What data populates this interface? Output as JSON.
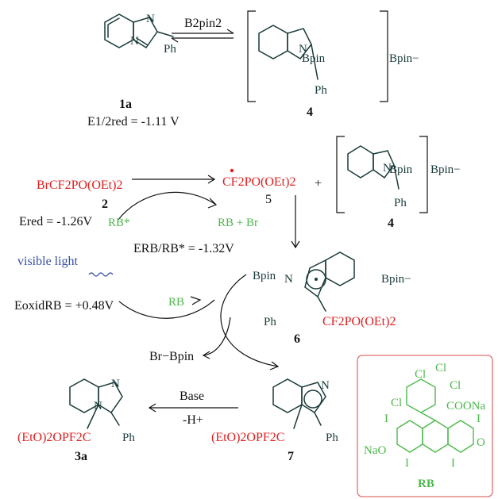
{
  "scheme": {
    "top": {
      "reagent": "B2pin2",
      "compound_1a": "1a",
      "e_half_red": "E1/2red = -1.11 V",
      "compound_4": "4",
      "ph": "Ph",
      "n_bpin": "N",
      "bpin": "Bpin",
      "bpin_minus": "Bpin−"
    },
    "cycle": {
      "brcf2": "BrCF2PO(OEt)2",
      "compound_2": "2",
      "radical_cf2": "CF2PO(OEt)2",
      "compound_5": "5",
      "plus": "+",
      "rb_star": "RB*",
      "rb_radical_cation": "RB + Br",
      "e_red": "Ered = -1.26V",
      "e_rb": "ERB/RB* = -1.32V",
      "visible_light": "visible light",
      "rb": "RB",
      "e_oxid": "EoxidRB = +0.48V",
      "compound_4b": "4",
      "compound_6": "6",
      "cf2_sub": "CF2PO(OEt)2",
      "br_bpin": "Br−Bpin"
    },
    "bottom": {
      "base": "Base",
      "minus_h": "-H+",
      "compound_3a": "3a",
      "compound_7": "7",
      "eto2": "(EtO)2OPF2C"
    },
    "rb_box": {
      "label": "RB",
      "cl": "Cl",
      "i": "I",
      "coona": "COONa",
      "nao": "NaO",
      "o": "O"
    }
  },
  "colors": {
    "red": "#e01e1e",
    "green": "#4cb84c",
    "blue_wave": "#3a4fa8",
    "box_border": "#e07070"
  }
}
